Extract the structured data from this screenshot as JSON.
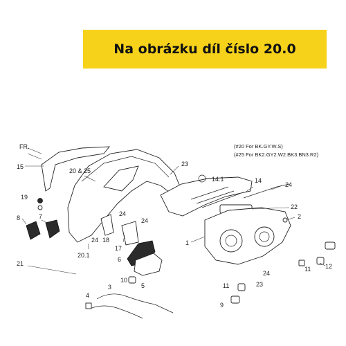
{
  "banner": {
    "text": "Na obrázku díl číslo 20.0",
    "color": "#f6d21b"
  },
  "notes": {
    "fr": "FR.",
    "variant_20": "(#20 For BK.GY.W.S)",
    "variant_25": "(#25 For BK2.GY2.W2.BK3.BN3.R2)"
  },
  "callouts": [
    "15",
    "20 & 25",
    "23",
    "14.1",
    "14",
    "24",
    "19",
    "8",
    "7",
    "24",
    "20.1",
    "24",
    "18",
    "17",
    "6",
    "24",
    "1",
    "10",
    "5",
    "22",
    "2",
    "4",
    "3",
    "21",
    "24",
    "23",
    "11",
    "12",
    "11",
    "9"
  ]
}
